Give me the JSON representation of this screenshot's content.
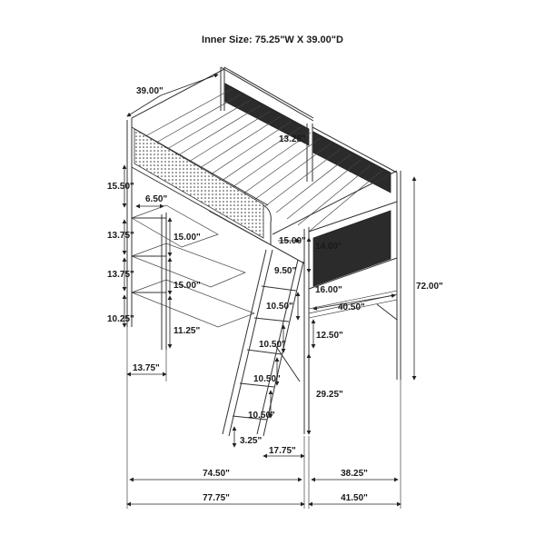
{
  "title": "Inner Size: 75.25\"W X 39.00\"D",
  "dimensions": {
    "d_39_00": "39.00\"",
    "d_13_25": "13.25\"",
    "d_15_50": "15.50\"",
    "d_6_50": "6.50\"",
    "d_13_75_a": "13.75\"",
    "d_15_00_a": "15.00\"",
    "d_13_75_b": "13.75\"",
    "d_15_00_b": "15.00\"",
    "d_10_25": "10.25\"",
    "d_11_25": "11.25\"",
    "d_13_75_c": "13.75\"",
    "d_15_00_c": "15.00\"",
    "d_14_00": "14.00\"",
    "d_9_50": "9.50\"",
    "d_16_00": "16.00\"",
    "d_72_00": "72.00\"",
    "d_10_50_a": "10.50\"",
    "d_40_50": "40.50\"",
    "d_10_50_b": "10.50\"",
    "d_12_50": "12.50\"",
    "d_10_50_c": "10.50\"",
    "d_29_25": "29.25\"",
    "d_10_50_d": "10.50\"",
    "d_3_25": "3.25\"",
    "d_17_75": "17.75\"",
    "d_74_50": "74.50\"",
    "d_38_25": "38.25\"",
    "d_77_75": "77.75\"",
    "d_41_50": "41.50\""
  }
}
